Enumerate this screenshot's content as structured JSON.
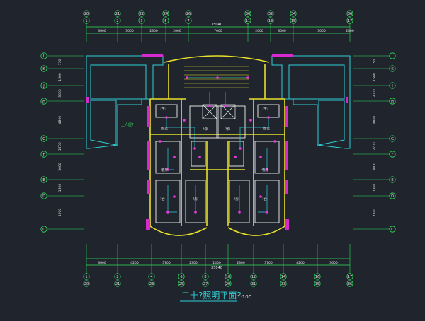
{
  "drawing": {
    "title": "二十?照明平面?",
    "scale": "1:100",
    "overall_dim_top": "35040",
    "overall_dim_bottom": "35040"
  },
  "axes": {
    "top_row1": [
      "20",
      "21",
      "22",
      "24",
      "26",
      "30",
      "32",
      "34",
      "36"
    ],
    "top_row2": [
      "1",
      "2",
      "3",
      "5",
      "7",
      "11",
      "13",
      "15",
      "17"
    ],
    "bottom_row1": [
      "1",
      "2",
      "4",
      "6",
      "8",
      "10",
      "12",
      "14",
      "16",
      "17"
    ],
    "bottom_row2": [
      "20",
      "21",
      "23",
      "25",
      "27",
      "29",
      "31",
      "33",
      "35",
      "36"
    ],
    "left": [
      "L",
      "K",
      "J",
      "H",
      "G",
      "F",
      "E",
      "D",
      "C"
    ],
    "right": [
      "L",
      "K",
      "J",
      "H",
      "G",
      "F",
      "E",
      "D",
      "C"
    ]
  },
  "dims": {
    "top": [
      "3600",
      "3000",
      "2300",
      "2000",
      "7000",
      "2000",
      "3000",
      "3000",
      "2400"
    ],
    "bottom": [
      "3600",
      "4200",
      "3700",
      "2300",
      "1400",
      "2300",
      "3700",
      "4200",
      "3600"
    ],
    "left": [
      "750",
      "1500",
      "3000",
      "4800",
      "2700",
      "3000",
      "1800",
      "4200"
    ],
    "right": [
      "750",
      "1500",
      "3000",
      "4800",
      "2700",
      "3000",
      "1800",
      "4200"
    ]
  },
  "labels": {
    "left_balcony": "上人屋?",
    "room_a": "?生?",
    "room_b": "卧室",
    "room_c": "客厅",
    "room_d": "?房",
    "room_e": "?梯",
    "room_f": "?台"
  }
}
